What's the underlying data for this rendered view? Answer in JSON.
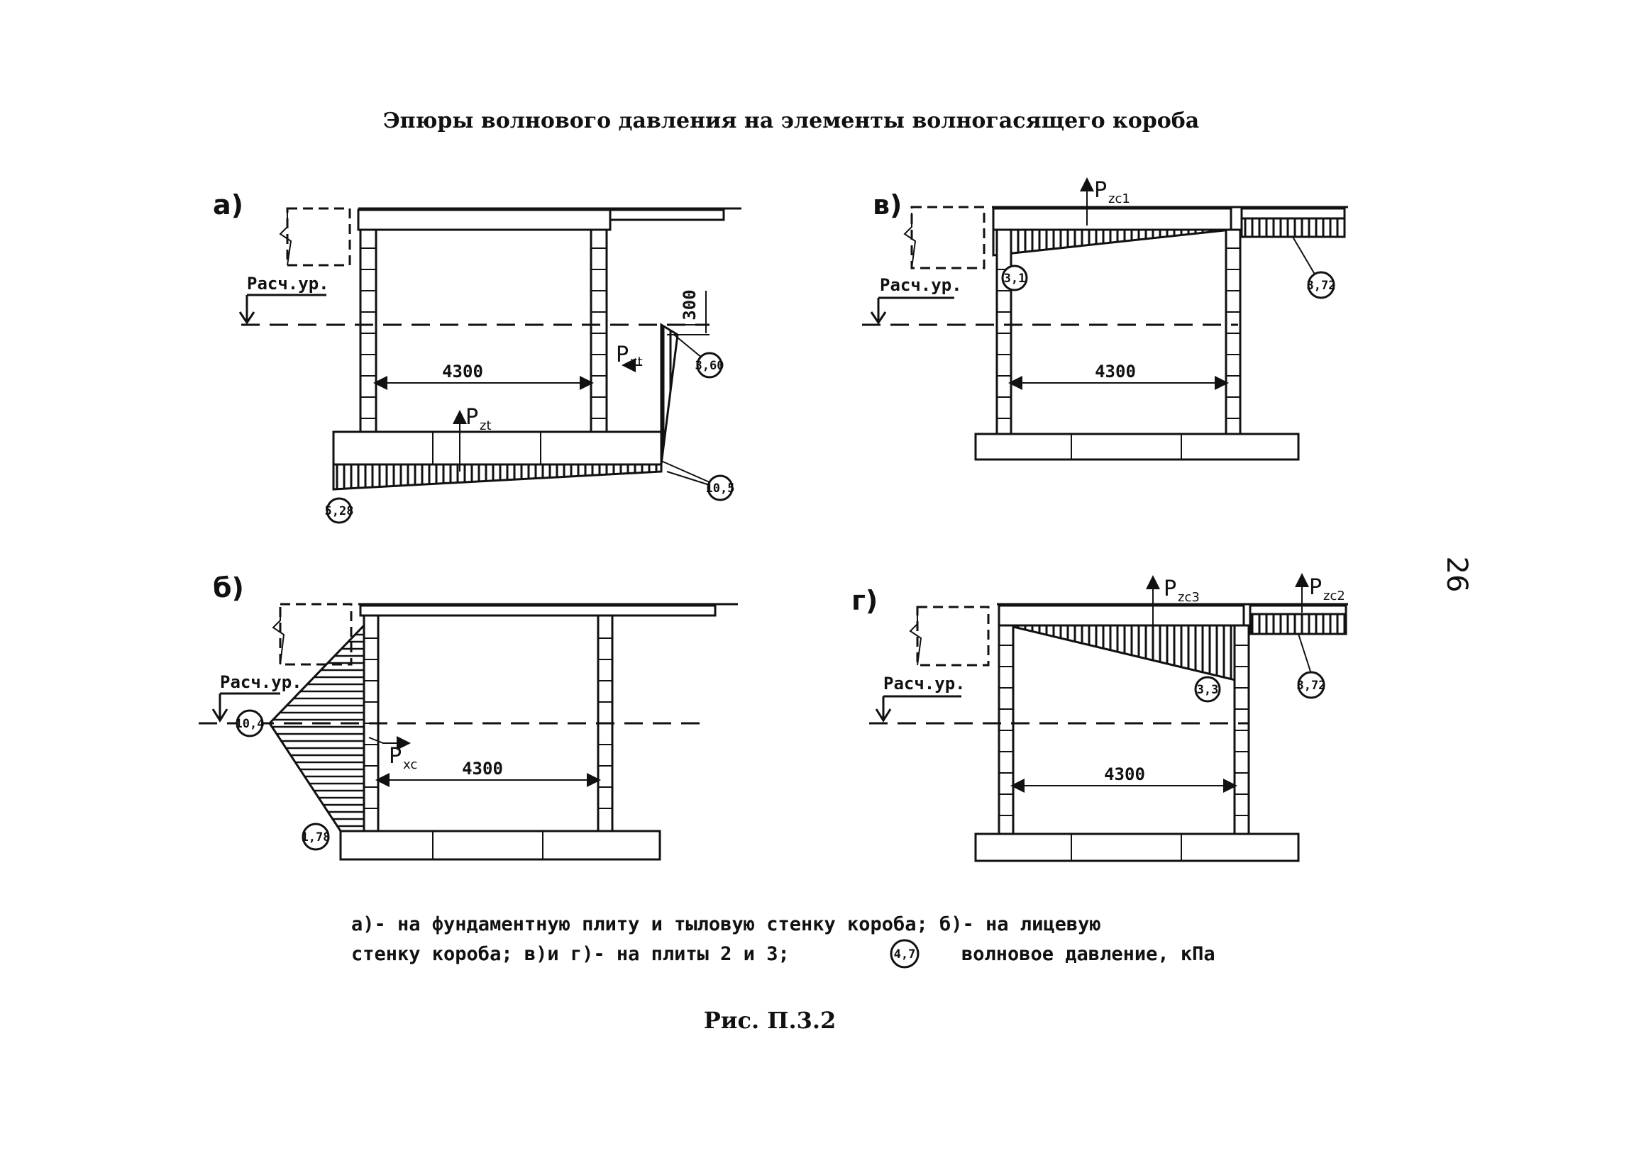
{
  "page": {
    "title": "Эпюры волнового давления на элементы волногасящего короба",
    "page_number": "26",
    "figure_label": "Рис. П.3.2"
  },
  "caption": {
    "line1": "а)- на фундаментную плиту и тыловую стенку короба;   б)- на лицевую",
    "line2_a": "стенку короба;   в)и г)- на плиты 2 и 3;",
    "line2_legend_value": "4,7",
    "line2_b": "волновое давление, кПа"
  },
  "panels": {
    "a": {
      "label": "а)",
      "level_label": "Pасч.ур.",
      "span": "4300",
      "dim_vertical": "300",
      "force_x": {
        "main": "P",
        "sub": "xt"
      },
      "force_z": {
        "main": "P",
        "sub": "zt"
      },
      "values": {
        "top_right": "3,60",
        "bottom_right": "10,5",
        "bottom_left": "5,28"
      }
    },
    "b": {
      "label": "б)",
      "level_label": "Pасч.ур.",
      "span": "4300",
      "force_x": {
        "main": "P",
        "sub": "xc"
      },
      "values": {
        "peak": "10,4",
        "bottom": "1,78"
      }
    },
    "v": {
      "label": "в)",
      "level_label": "Pасч.ур.",
      "span": "4300",
      "force": {
        "main": "P",
        "sub": "zc1"
      },
      "values": {
        "left": "3,1",
        "right": "3,72"
      }
    },
    "g": {
      "label": "г)",
      "level_label": "Pасч.ур.",
      "span": "4300",
      "force_1": {
        "main": "P",
        "sub": "zc3"
      },
      "force_2": {
        "main": "P",
        "sub": "zc2"
      },
      "values": {
        "left": "3,3",
        "right": "3,72"
      }
    }
  }
}
